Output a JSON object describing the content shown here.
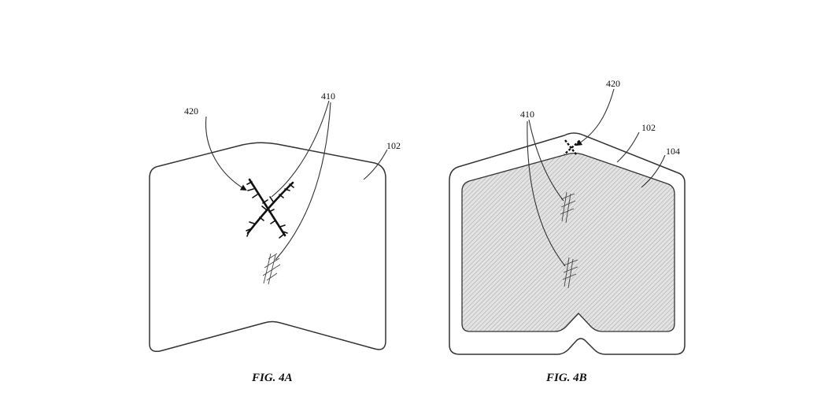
{
  "figures": [
    {
      "caption": "FIG. 4A",
      "labels": {
        "crack_marker": "420",
        "scratch_marker": "410",
        "device": "102"
      }
    },
    {
      "caption": "FIG. 4B",
      "labels": {
        "crack_marker": "420",
        "scratch_marker": "410",
        "device": "102",
        "display": "104"
      }
    }
  ],
  "colors": {
    "line": "#333333",
    "display_fill": "#d9d9d9"
  }
}
